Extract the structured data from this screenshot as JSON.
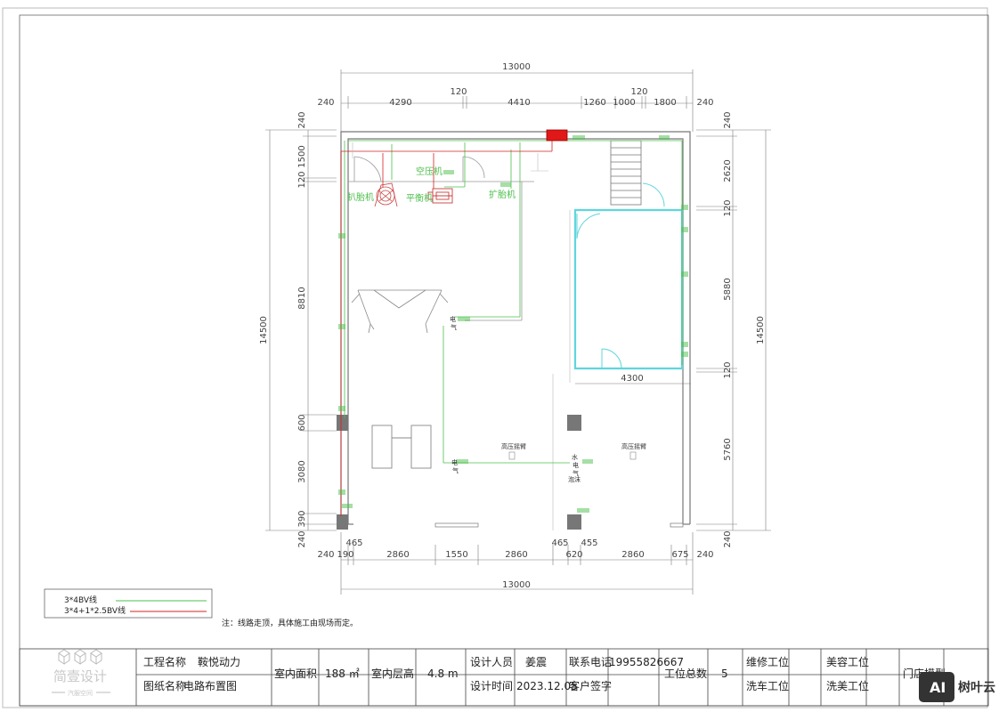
{
  "dimensions": {
    "total_top": "13000",
    "top_row": [
      "240",
      "4290",
      "120",
      "4410",
      "1260",
      "1000",
      "120",
      "1800",
      "240"
    ],
    "total_bottom": "13000",
    "bottom_row": [
      "240",
      "190",
      "2860",
      "1550",
      "2860",
      "620",
      "2860",
      "675",
      "240"
    ],
    "bottom_sub": [
      "465",
      "465",
      "455"
    ],
    "left_total": "14500",
    "left_col": [
      "240",
      "1500",
      "120",
      "8810",
      "600",
      "3080",
      "390",
      "240"
    ],
    "right_total": "14500",
    "right_col": [
      "240",
      "2620",
      "120",
      "5880",
      "120",
      "5760",
      "240"
    ],
    "inner_room": "4300"
  },
  "equipment": {
    "tire_changer": "扒胎机",
    "balancer": "平衡机",
    "air_compressor": "空压机",
    "tire_expander": "扩胎机",
    "electric_1": "电",
    "electric_1b": "气",
    "electric_2": "电",
    "electric_2b": "气",
    "water_1": "水",
    "water_2": "电",
    "water_3": "气",
    "water_4": "泡沫",
    "hp_arm_1": "高压摇臂",
    "hp_arm_2": "高压摇臂"
  },
  "legend": {
    "green_line": "3*4BV线",
    "red_line": "3*4+1*2.5BV线",
    "green_color": "#4cbf4c",
    "red_color": "#d42020"
  },
  "note": "注：线路走顶，具体施工由现场而定。",
  "title_block": {
    "logo_text": "简壹设计",
    "logo_sub": "汽服空间",
    "project_label": "工程名称",
    "project_value": "鞍悦动力",
    "drawing_label": "图纸名称",
    "drawing_value": "电路布置图",
    "area_label": "室内面积",
    "area_value": "188 ㎡",
    "height_label": "室内层高",
    "height_value": "4.8 m",
    "designer_label": "设计人员",
    "designer_value": "姜震",
    "date_label": "设计时间",
    "date_value": "2023.12.05",
    "phone_label": "联系电话",
    "phone_value": "19955826667",
    "sign_label": "客户签字",
    "stations_label": "工位总数",
    "stations_value": "5",
    "repair_label": "维修工位",
    "wash_label": "洗车工位",
    "beauty_label": "美容工位",
    "wash_beauty_label": "洗美工位",
    "store_label": "门店模型"
  },
  "watermark": "树叶云"
}
